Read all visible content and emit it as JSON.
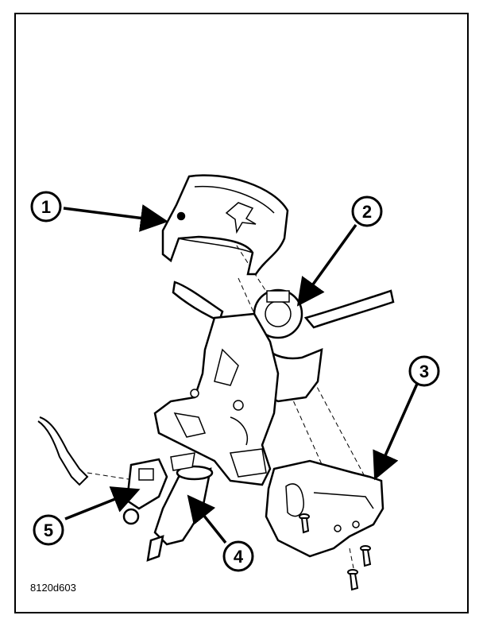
{
  "figure": {
    "code": "8120d603"
  },
  "callouts": [
    {
      "id": "1",
      "label": "1"
    },
    {
      "id": "2",
      "label": "2"
    },
    {
      "id": "3",
      "label": "3"
    },
    {
      "id": "4",
      "label": "4"
    },
    {
      "id": "5",
      "label": "5"
    }
  ],
  "colors": {
    "ink": "#000000",
    "paper": "#ffffff"
  }
}
